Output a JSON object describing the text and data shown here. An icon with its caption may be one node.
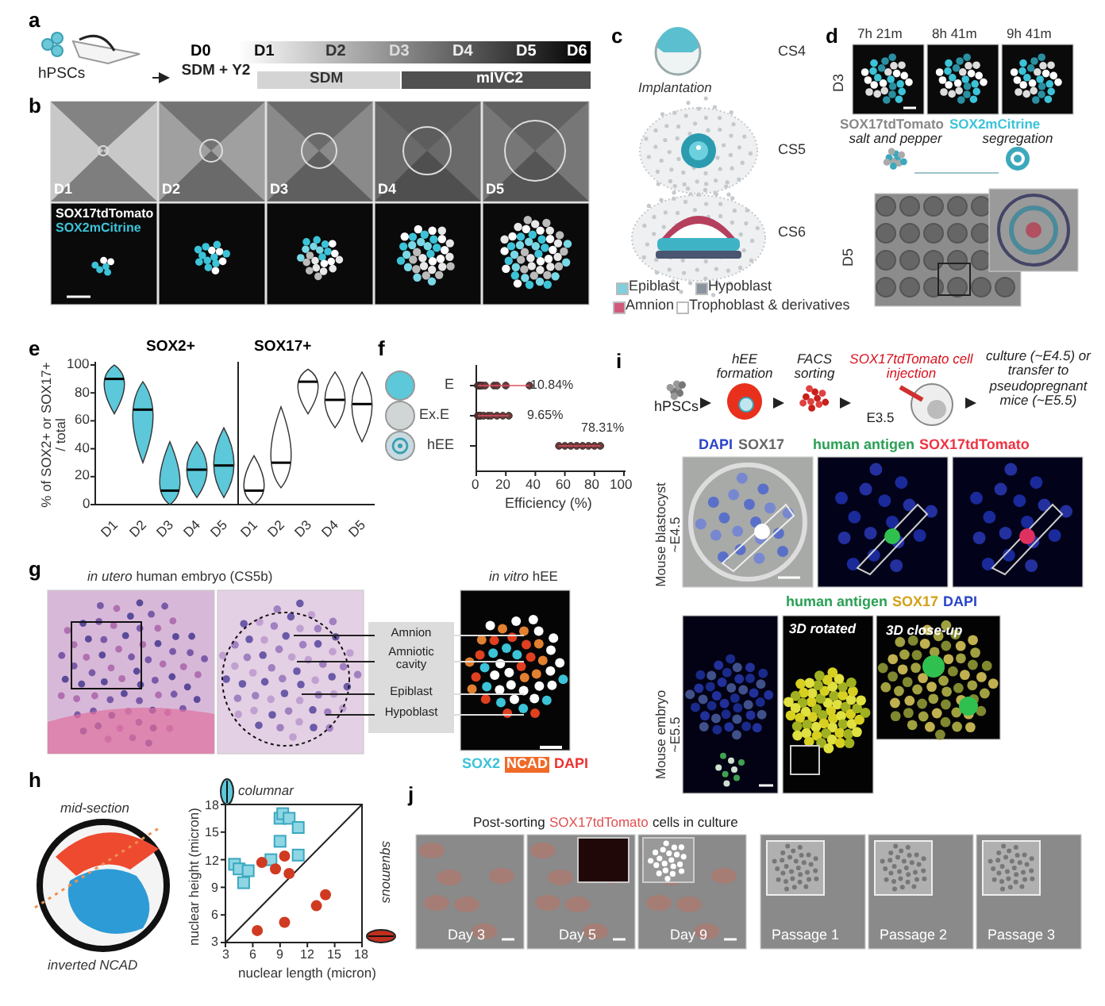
{
  "diagram": {
    "nodes": [
      {
        "text": [
          "hPSCs"
        ]
      },
      {
        "text": [
          "SDM + Y2"
        ]
      },
      {
        "text": [
          "hPSCs"
        ]
      },
      {
        "text": [
          "hEE formation"
        ]
      },
      {
        "text": [
          "FACS sorting"
        ]
      },
      {
        "text": [
          "SOX17tdTomato cell injection",
          "E3.5"
        ]
      },
      {
        "text": [
          "culture (~E4.5) or transfer to pseudopregnant mice (~E5.5)"
        ]
      },
      {
        "text": [
          "salt and pepper"
        ]
      },
      {
        "text": [
          "segregation"
        ]
      },
      {
        "text": [
          "Amnion"
        ]
      },
      {
        "text": [
          "Amniotic cavity"
        ]
      },
      {
        "text": [
          "Epiblast"
        ]
      },
      {
        "text": [
          "Hypoblast"
        ]
      }
    ],
    "edges": [
      {
        "from": 0,
        "to": 1,
        "arrow": "to"
      },
      {
        "from": 2,
        "to": 3,
        "arrow": "to"
      },
      {
        "from": 3,
        "to": 4,
        "arrow": "to"
      },
      {
        "from": 4,
        "to": 5,
        "arrow": "to"
      },
      {
        "from": 5,
        "to": 6,
        "arrow": "to"
      },
      {
        "from": 7,
        "to": 8,
        "arrow": "none",
        "color": "#9fc3cc"
      },
      {
        "from": 9,
        "to": null,
        "arrow": "none"
      },
      {
        "from": 9,
        "to": null,
        "arrow": "none",
        "color": "#dddddd"
      },
      {
        "from": 10,
        "to": null,
        "arrow": "none"
      },
      {
        "from": 10,
        "to": null,
        "arrow": "none",
        "color": "#dddddd"
      },
      {
        "from": 11,
        "to": null,
        "arrow": "none"
      },
      {
        "from": 11,
        "to": null,
        "arrow": "none",
        "color": "#dddddd"
      },
      {
        "from": 12,
        "to": null,
        "arrow": "none"
      },
      {
        "from": 12,
        "to": null,
        "arrow": "none",
        "color": "#dddddd"
      }
    ],
    "labels": [
      "a",
      "D0",
      "D1",
      "D2",
      "D3",
      "D4",
      "D5",
      "D6",
      "SDM",
      "mIVC2",
      "b",
      "D1",
      "D2",
      "D3",
      "D4",
      "D5",
      "SOX17tdTomato",
      "SOX2mCitrine",
      "c",
      "CS4",
      "Implantation",
      "CS5",
      "CS6",
      "d",
      "7h 21m",
      "8h 41m",
      "9h 41m",
      "D3",
      "SOX17tdTomato",
      "SOX2mCitrine",
      "D5",
      "e",
      "SOX2+",
      "SOX17+",
      "% of SOX2+ or SOX17+ / total",
      "100",
      "80",
      "60",
      "40",
      "20",
      "0",
      "D1",
      "D2",
      "D3",
      "D4",
      "D5",
      "D1",
      "D2",
      "D3",
      "D4",
      "D5",
      "f",
      "E",
      "Ex.E",
      "hEE",
      "10.84%",
      "9.65%",
      "78.31%",
      "0",
      "20",
      "40",
      "60",
      "80",
      "100",
      "Efficiency (%)",
      "g",
      "*in utero* human embryo (CS5b)",
      "*in vitro* hEE",
      "SOX2",
      "NCAD",
      "DAPI",
      "h",
      "mid-section",
      "inverted NCAD",
      "columnar",
      "squamous",
      "nuclear height (micron)",
      "18",
      "15",
      "12",
      "9",
      "6",
      "3",
      "3",
      "6",
      "9",
      "12",
      "15",
      "18",
      "nuclear length (micron)",
      "i",
      "DAPI",
      "SOX17",
      "human antigen",
      "SOX17tdTomato",
      "Mouse blastocyst ~E4.5",
      "human antigen",
      "SOX17",
      "DAPI",
      "3D rotated",
      "3D close-up",
      "Mouse embryo ~E5.5",
      "j",
      "Post-sorting",
      "SOX17tdTomato",
      "cells in culture",
      "Day 3",
      "Day 5",
      "Day 9",
      "Passage 1",
      "Passage 2",
      "Passage 3"
    ],
    "legend": [
      {
        "text": "Epiblast",
        "color": "#7fd0dc"
      },
      {
        "text": "Hypoblast",
        "color": "#8a93a0"
      },
      {
        "text": "Amnion",
        "color": "#d05a7a"
      },
      {
        "text": "Trophoblast & derivatives",
        "color": "#ffffff"
      }
    ]
  }
}
